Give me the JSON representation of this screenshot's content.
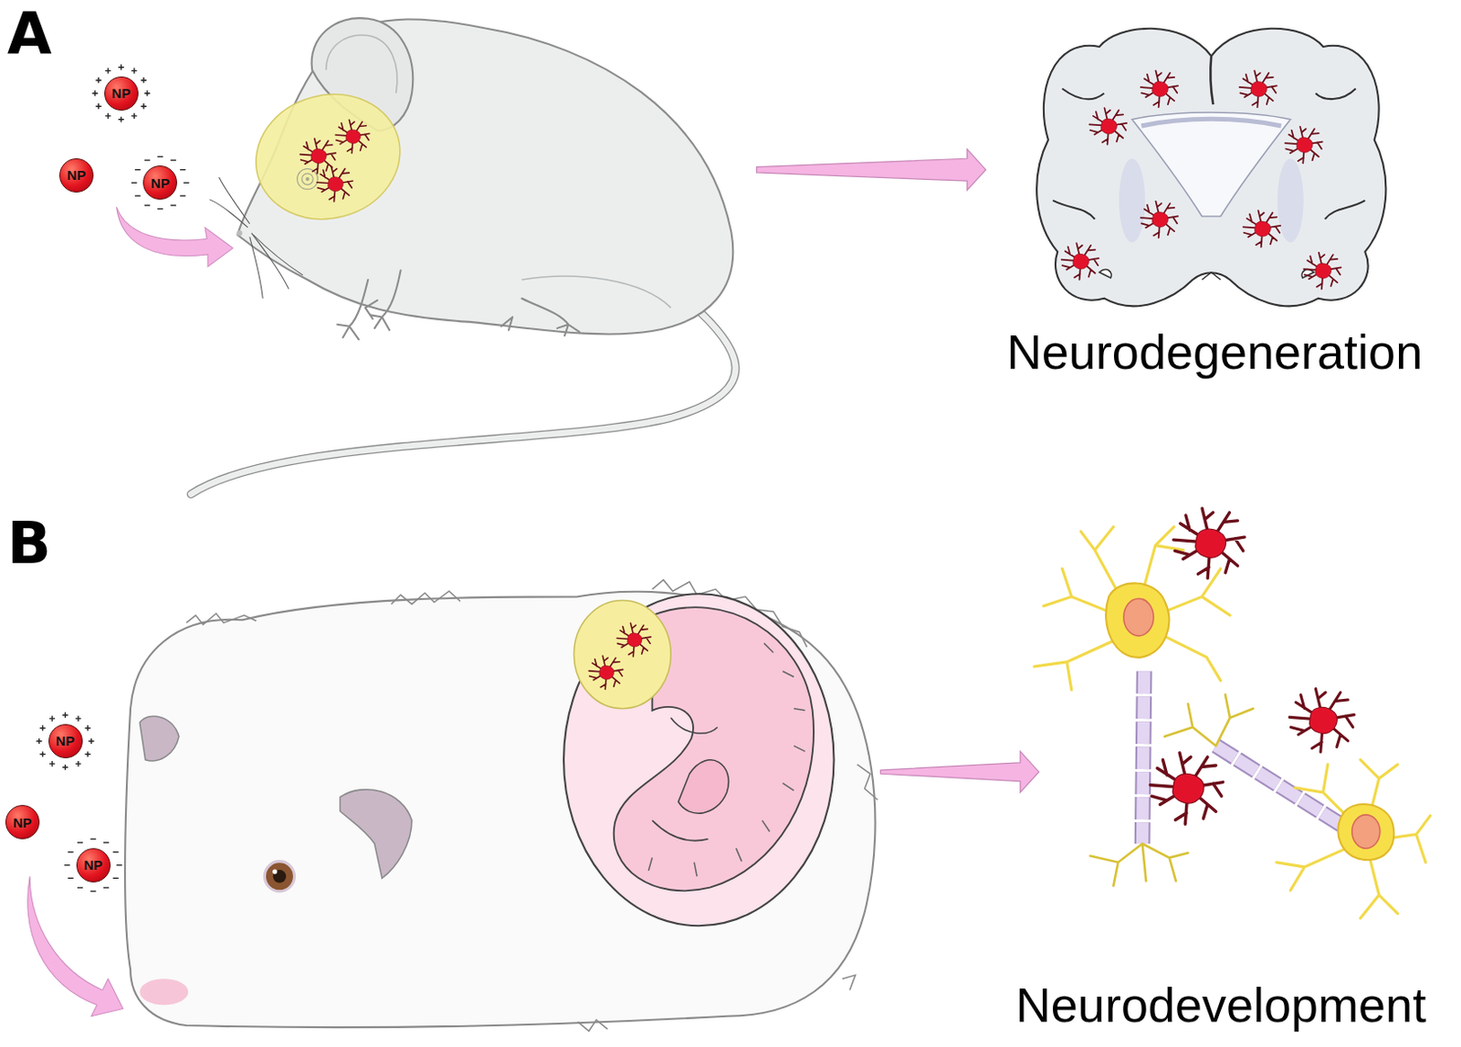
{
  "diagram": {
    "nodes": [
      {
        "text": [
          "NP"
        ]
      },
      {
        "text": [
          "NP"
        ]
      },
      {
        "text": [
          "NP"
        ]
      },
      {
        "text": [
          "NP"
        ]
      },
      {
        "text": [
          "NP"
        ]
      },
      {
        "text": [
          "NP"
        ]
      }
    ],
    "labels": [
      "A",
      "Neurodegeneration",
      "B",
      "Neurodevelopment"
    ]
  }
}
